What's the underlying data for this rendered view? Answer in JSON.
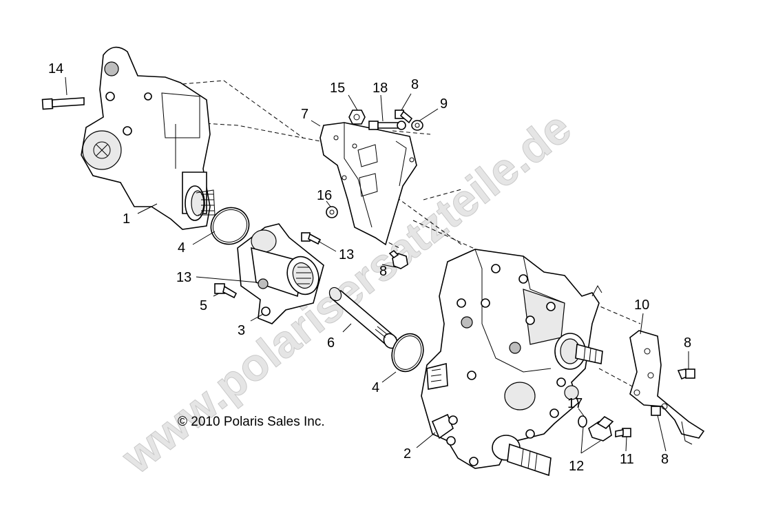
{
  "diagram": {
    "callouts": [
      "14",
      "15",
      "18",
      "8",
      "9",
      "7",
      "16",
      "1",
      "4",
      "13",
      "13",
      "5",
      "3",
      "8",
      "6",
      "4",
      "10",
      "8",
      "17",
      "2",
      "12",
      "11",
      "8"
    ],
    "copyright": "© 2010 Polaris Sales Inc.",
    "watermark": "www.polarisersatzteile.de"
  }
}
